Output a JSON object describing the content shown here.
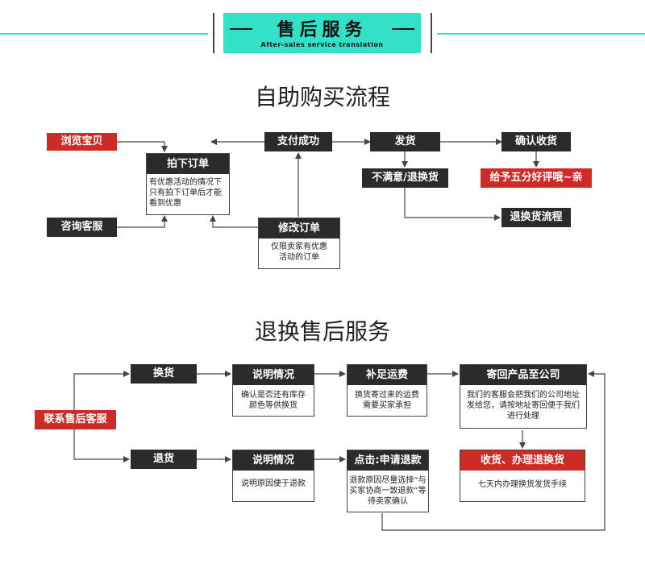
{
  "banner": {
    "title": "售后服务",
    "subtitle": "After-sales service translation"
  },
  "section1": {
    "title": "自助购买流程",
    "browse": "浏览宝贝",
    "consult": "咨询客服",
    "place_order": {
      "title": "拍下订单",
      "note": "有优惠活动的情况下只有拍下订单后才能看到优惠"
    },
    "pay_success": "支付成功",
    "modify_order": {
      "title": "修改订单",
      "note": "仅限卖家有优惠活动的订单"
    },
    "ship": "发货",
    "confirm_receipt": "确认收货",
    "five_star": "给予五分好评哦~亲",
    "unsatisfied": "不满意/退换货",
    "return_flow": "退换货流程"
  },
  "section2": {
    "title": "退换售后服务",
    "contact_service": "联系售后客服",
    "exchange": "换货",
    "refund": "退货",
    "explain1": {
      "title": "说明情况",
      "note": "确认是否还有库存颜色等供换货"
    },
    "explain2": {
      "title": "说明情况",
      "note": "说明原因便于退款"
    },
    "shipping_fee": {
      "title": "补足运费",
      "note": "换货寄过来的运费需要买家承担"
    },
    "apply_refund": {
      "title": "点击:申请退款",
      "note": "退款原因尽量选择“与买家协商一致退款”等待卖家确认"
    },
    "mail_back": {
      "title": "寄回产品至公司",
      "note": "我们的客服会把我们的公司地址发给您，请按地址寄回便于我们进行处理"
    },
    "receive": {
      "title": "收货、办理退换货",
      "note": "七天内办理换货发货手续"
    }
  },
  "colors": {
    "accent": "#33e0c8",
    "red": "#cc2b26",
    "dark": "#2b2b2b"
  }
}
